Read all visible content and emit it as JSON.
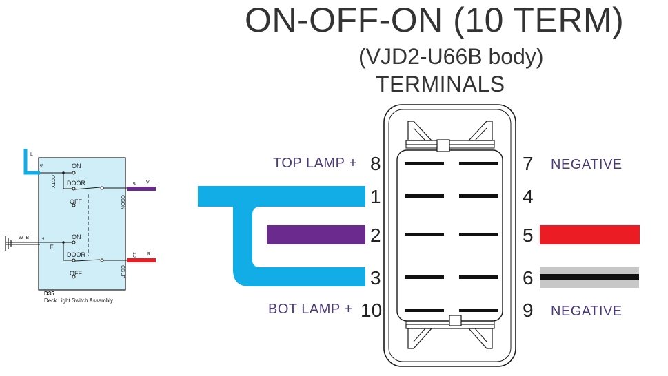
{
  "header": {
    "title": "ON-OFF-ON (10 TERM)",
    "subtitle": "(VJD2-U66B body)",
    "section": "TERMINALS"
  },
  "switch_diagram": {
    "left_labels": [
      {
        "text": "TOP LAMP +",
        "num": "8"
      },
      {
        "text": "",
        "num": "1"
      },
      {
        "text": "",
        "num": "2"
      },
      {
        "text": "",
        "num": "3"
      },
      {
        "text": "BOT LAMP +",
        "num": "10"
      }
    ],
    "right_labels": [
      {
        "num": "7",
        "text": "NEGATIVE"
      },
      {
        "num": "4",
        "text": ""
      },
      {
        "num": "5",
        "text": ""
      },
      {
        "num": "6",
        "text": ""
      },
      {
        "num": "9",
        "text": "NEGATIVE"
      }
    ],
    "colors": {
      "blue": "#12ade6",
      "purple": "#6a2a8e",
      "red": "#ec1c24",
      "black": "#111111",
      "grey": "#c7c7c7"
    }
  },
  "schematic": {
    "wire_left_top": "L",
    "pin_left_top": "5",
    "cct_label": "CCTY",
    "on_top": "ON",
    "door_top": "DOOR",
    "off_top": "OFF",
    "pin_right_top": "9",
    "wire_right_top": "V",
    "cgon_label": "CGON",
    "ground_wire": "W–B",
    "pin_ground": "7",
    "e_label": "E",
    "on_bottom": "ON",
    "door_bottom": "DOOR",
    "off_bottom": "OFF",
    "pin_right_bottom": "10",
    "wire_right_bottom": "R",
    "cglp_label": "CGLP",
    "assembly_code": "D35",
    "assembly_name": "Deck Light Switch Assembly"
  }
}
